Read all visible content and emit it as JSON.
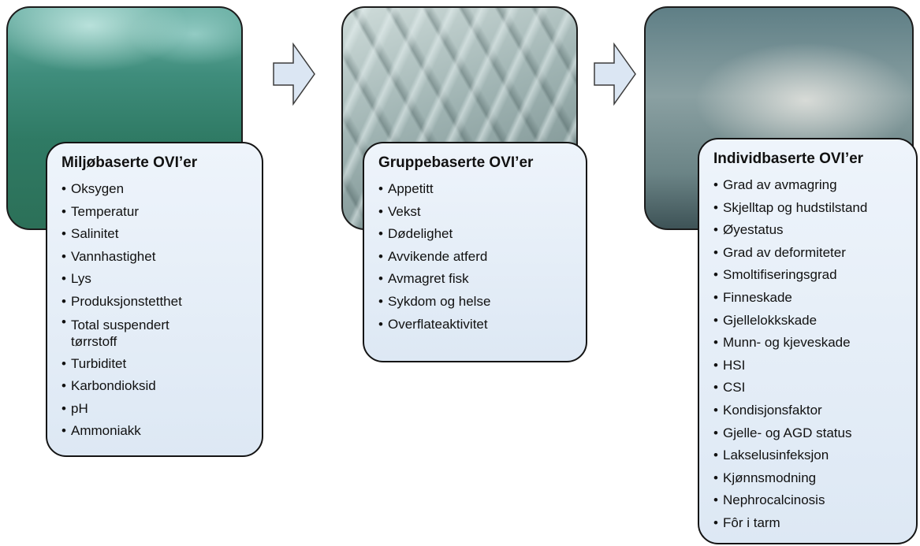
{
  "panels": [
    {
      "title": "Miljøbaserte OVI’er",
      "items": [
        "Oksygen",
        "Temperatur",
        "Salinitet",
        "Vannhastighet",
        "Lys",
        "Produksjonstetthet",
        "Total suspendert tørrstoff",
        "Turbiditet",
        "Karbondioksid",
        "pH",
        "Ammoniakk"
      ]
    },
    {
      "title": "Gruppebaserte OVI’er",
      "items": [
        "Appetitt",
        "Vekst",
        "Dødelighet",
        "Avvikende atferd",
        "Avmagret fisk",
        "Sykdom og helse",
        "Overflateaktivitet"
      ]
    },
    {
      "title": "Individbaserte OVI’er",
      "items": [
        "Grad av avmagring",
        "Skjelltap og hudstilstand",
        "Øyestatus",
        "Grad av deformiteter",
        "Smoltifiseringsgrad",
        "Finneskade",
        "Gjellelokkskade",
        "Munn- og kjeveskade",
        "HSI",
        "CSI",
        "Kondisjonsfaktor",
        "Gjelle- og AGD status",
        "Lakselusinfeksjon",
        "Kjønnsmodning",
        "Nephrocalcinosis",
        "Fôr i tarm"
      ]
    }
  ],
  "colors": {
    "card_fill": "#e4edf7",
    "arrow_fill": "#dbe6f3",
    "border": "#141414"
  }
}
